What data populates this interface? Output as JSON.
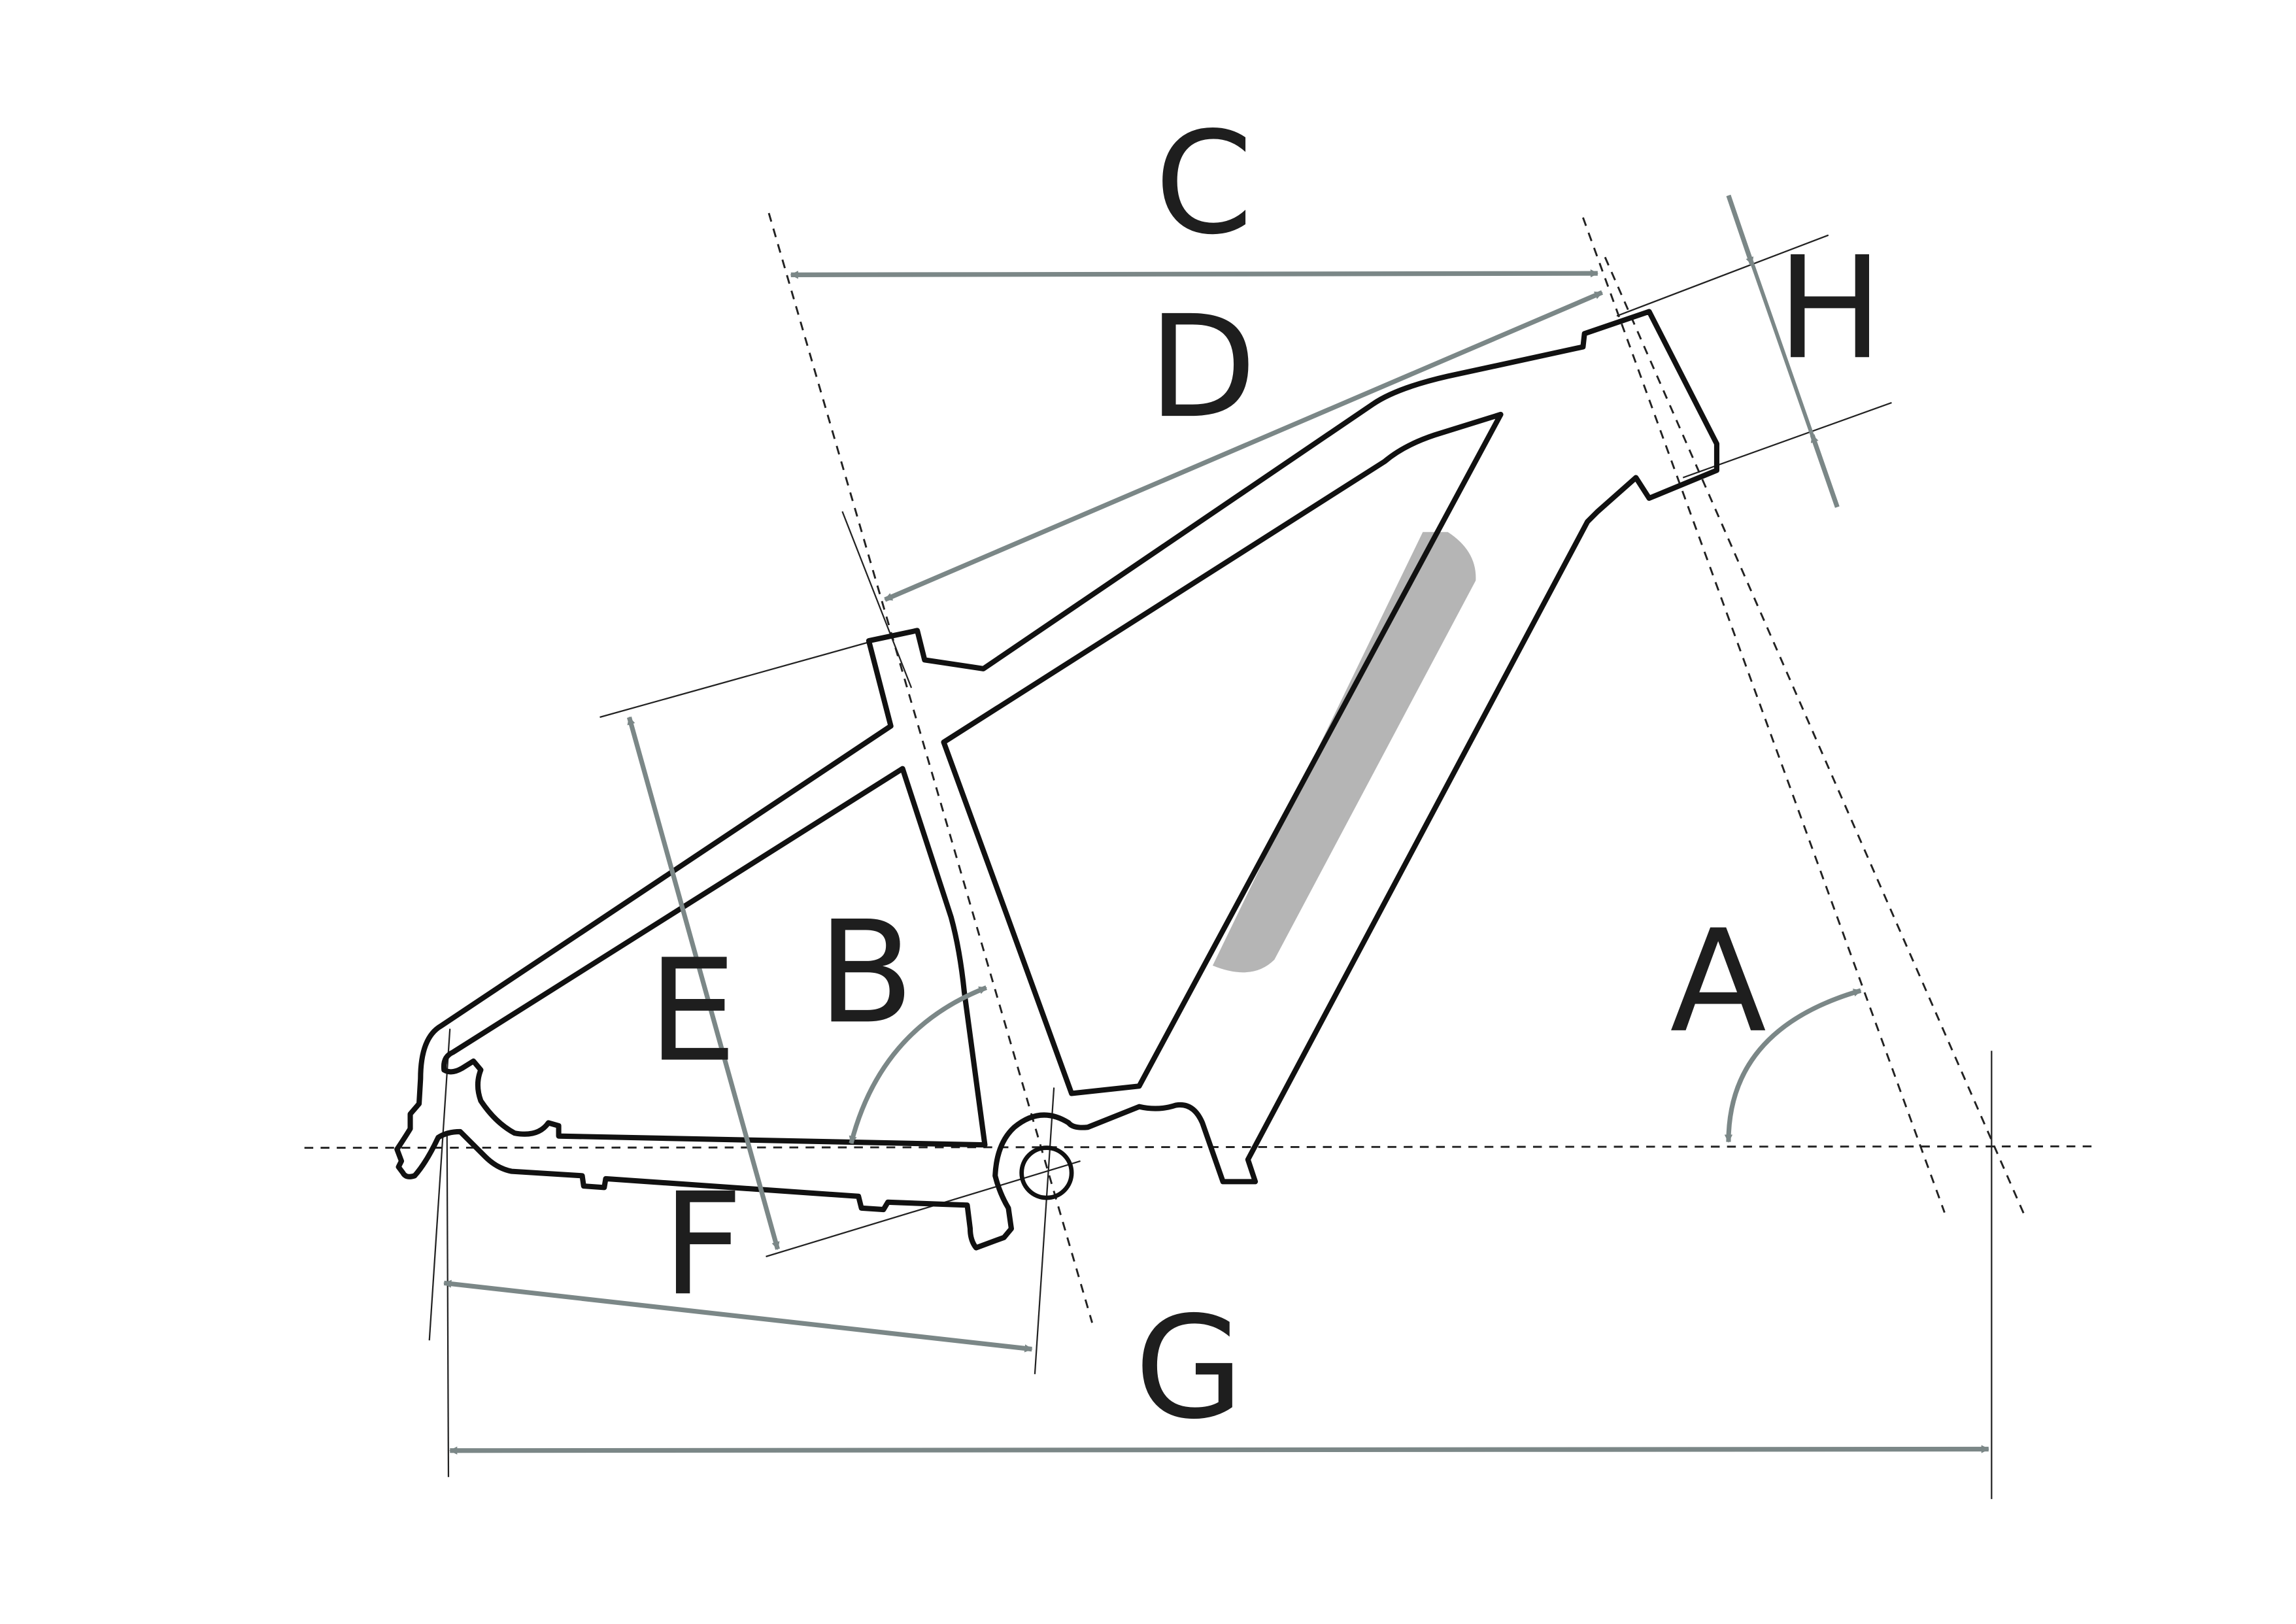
{
  "diagram": {
    "labels": {
      "A": "A",
      "B": "B",
      "C": "C",
      "D": "D",
      "E": "E",
      "F": "F",
      "G": "G",
      "H": "H"
    },
    "colors": {
      "frame_outline": "#111111",
      "dimension_arrow": "#7b8787",
      "guide_line": "#222222",
      "battery": "#b5b5b5",
      "background": "#ffffff"
    }
  }
}
